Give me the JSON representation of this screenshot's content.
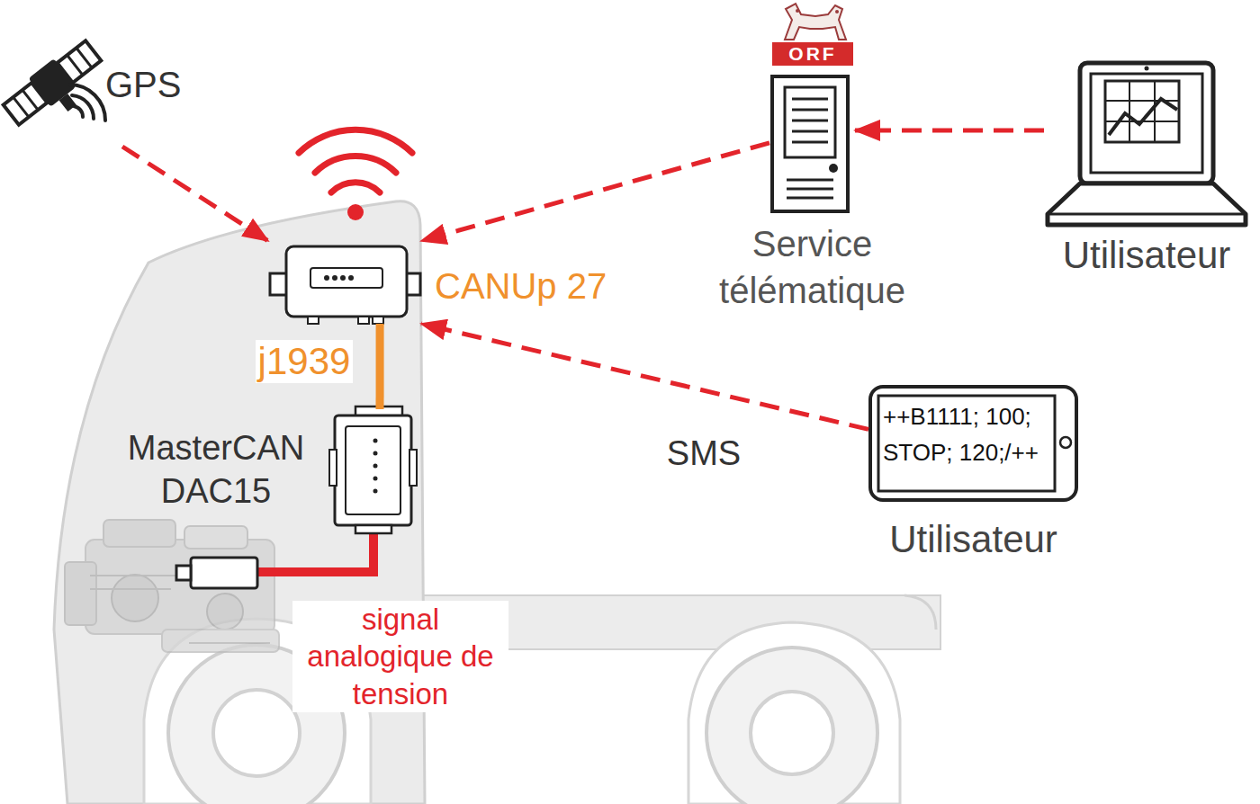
{
  "diagram": {
    "nodes": [
      {
        "text": [
          "GPS"
        ]
      },
      {
        "text": [
          "CANUp 27"
        ]
      },
      {
        "text": [
          "Service télématique"
        ]
      },
      {
        "text": [
          "Utilisateur"
        ]
      },
      {
        "text": [
          "MasterCAN DAC15"
        ]
      },
      {
        "text": [
          "++B1111; 100; STOP; 120;/++",
          "Utilisateur"
        ]
      }
    ],
    "edges": [
      {
        "from": 0,
        "to": 1,
        "arrow": "to"
      },
      {
        "from": 2,
        "to": 1,
        "arrow": "to"
      },
      {
        "from": 3,
        "to": 2,
        "arrow": "to"
      },
      {
        "from": 5,
        "to": 1,
        "label": "SMS",
        "arrow": "to"
      },
      {
        "from": 1,
        "to": 4,
        "label": "j1939",
        "arrow": "none"
      }
    ],
    "labels": [
      "ORF",
      "signal analogique de tension"
    ]
  }
}
